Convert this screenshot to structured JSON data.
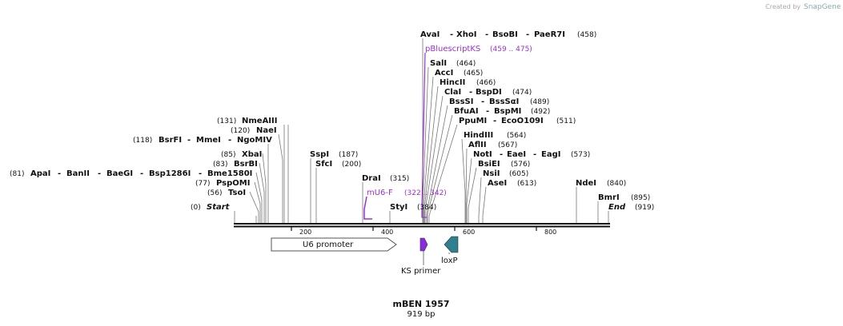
{
  "credit": {
    "prefix": "Created by",
    "brand": "SnapGene"
  },
  "map": {
    "name": "mBEN 1957",
    "length_label": "919 bp",
    "start_label": "Start",
    "end_label": "End",
    "start_pos": "(0)",
    "end_pos": "(919)"
  },
  "ticks": [
    "200",
    "400",
    "600",
    "800"
  ],
  "left_sites": [
    {
      "name": "NmeAIII",
      "pos": "(131)"
    },
    {
      "name": "NaeI",
      "pos": "(120)"
    },
    {
      "names": [
        "BsrFI",
        "MmeI",
        "NgoMIV"
      ],
      "pos": "(118)"
    },
    {
      "name": "XbaI",
      "pos": "(85)"
    },
    {
      "name": "BsrBI",
      "pos": "(83)"
    },
    {
      "names": [
        "ApaI",
        "BanII",
        "BaeGI",
        "Bsp1286I",
        "Bme1580I"
      ],
      "pos": "(81)"
    },
    {
      "name": "PspOMI",
      "pos": "(77)"
    },
    {
      "name": "TsoI",
      "pos": "(56)"
    }
  ],
  "mid_sites": [
    {
      "name": "SspI",
      "pos": "(187)"
    },
    {
      "name": "SfcI",
      "pos": "(200)"
    },
    {
      "name": "DraI",
      "pos": "(315)"
    },
    {
      "name": "StyI",
      "pos": "(384)"
    }
  ],
  "top_sites": [
    {
      "names": [
        "AvaI",
        "XhoI",
        "BsoBI",
        "PaeR7I"
      ],
      "pos": "(458)"
    },
    {
      "name": "SalI",
      "pos": "(464)"
    },
    {
      "name": "AccI",
      "pos": "(465)"
    },
    {
      "name": "HincII",
      "pos": "(466)"
    },
    {
      "names": [
        "ClaI",
        "BspDI"
      ],
      "pos": "(474)"
    },
    {
      "names": [
        "BssSI",
        "BssSαI"
      ],
      "pos": "(489)"
    },
    {
      "names": [
        "BfuAI",
        "BspMI"
      ],
      "pos": "(492)"
    },
    {
      "names": [
        "PpuMI",
        "EcoO109I"
      ],
      "pos": "(511)"
    },
    {
      "name": "HindIII",
      "pos": "(564)"
    },
    {
      "name": "AflII",
      "pos": "(567)"
    },
    {
      "names": [
        "NotI",
        "EaeI",
        "EagI"
      ],
      "pos": "(573)"
    },
    {
      "name": "BsiEI",
      "pos": "(576)"
    },
    {
      "name": "NsiI",
      "pos": "(605)"
    },
    {
      "name": "AseI",
      "pos": "(613)"
    }
  ],
  "right_sites": [
    {
      "name": "NdeI",
      "pos": "(840)"
    },
    {
      "name": "BmrI",
      "pos": "(895)"
    }
  ],
  "primers": [
    {
      "name": "pBluescriptKS",
      "pos": "(459 .. 475)"
    },
    {
      "name": "mU6-F",
      "pos": "(322 .. 342)"
    }
  ],
  "features": {
    "promoter": "U6 promoter",
    "primer_feature": "KS primer",
    "loxp": "loxP"
  },
  "colors": {
    "primer": "#9b30d9",
    "ks_primer_fill": "#8a2be2",
    "loxp_fill": "#2f7f8f",
    "backbone": "#111111"
  }
}
